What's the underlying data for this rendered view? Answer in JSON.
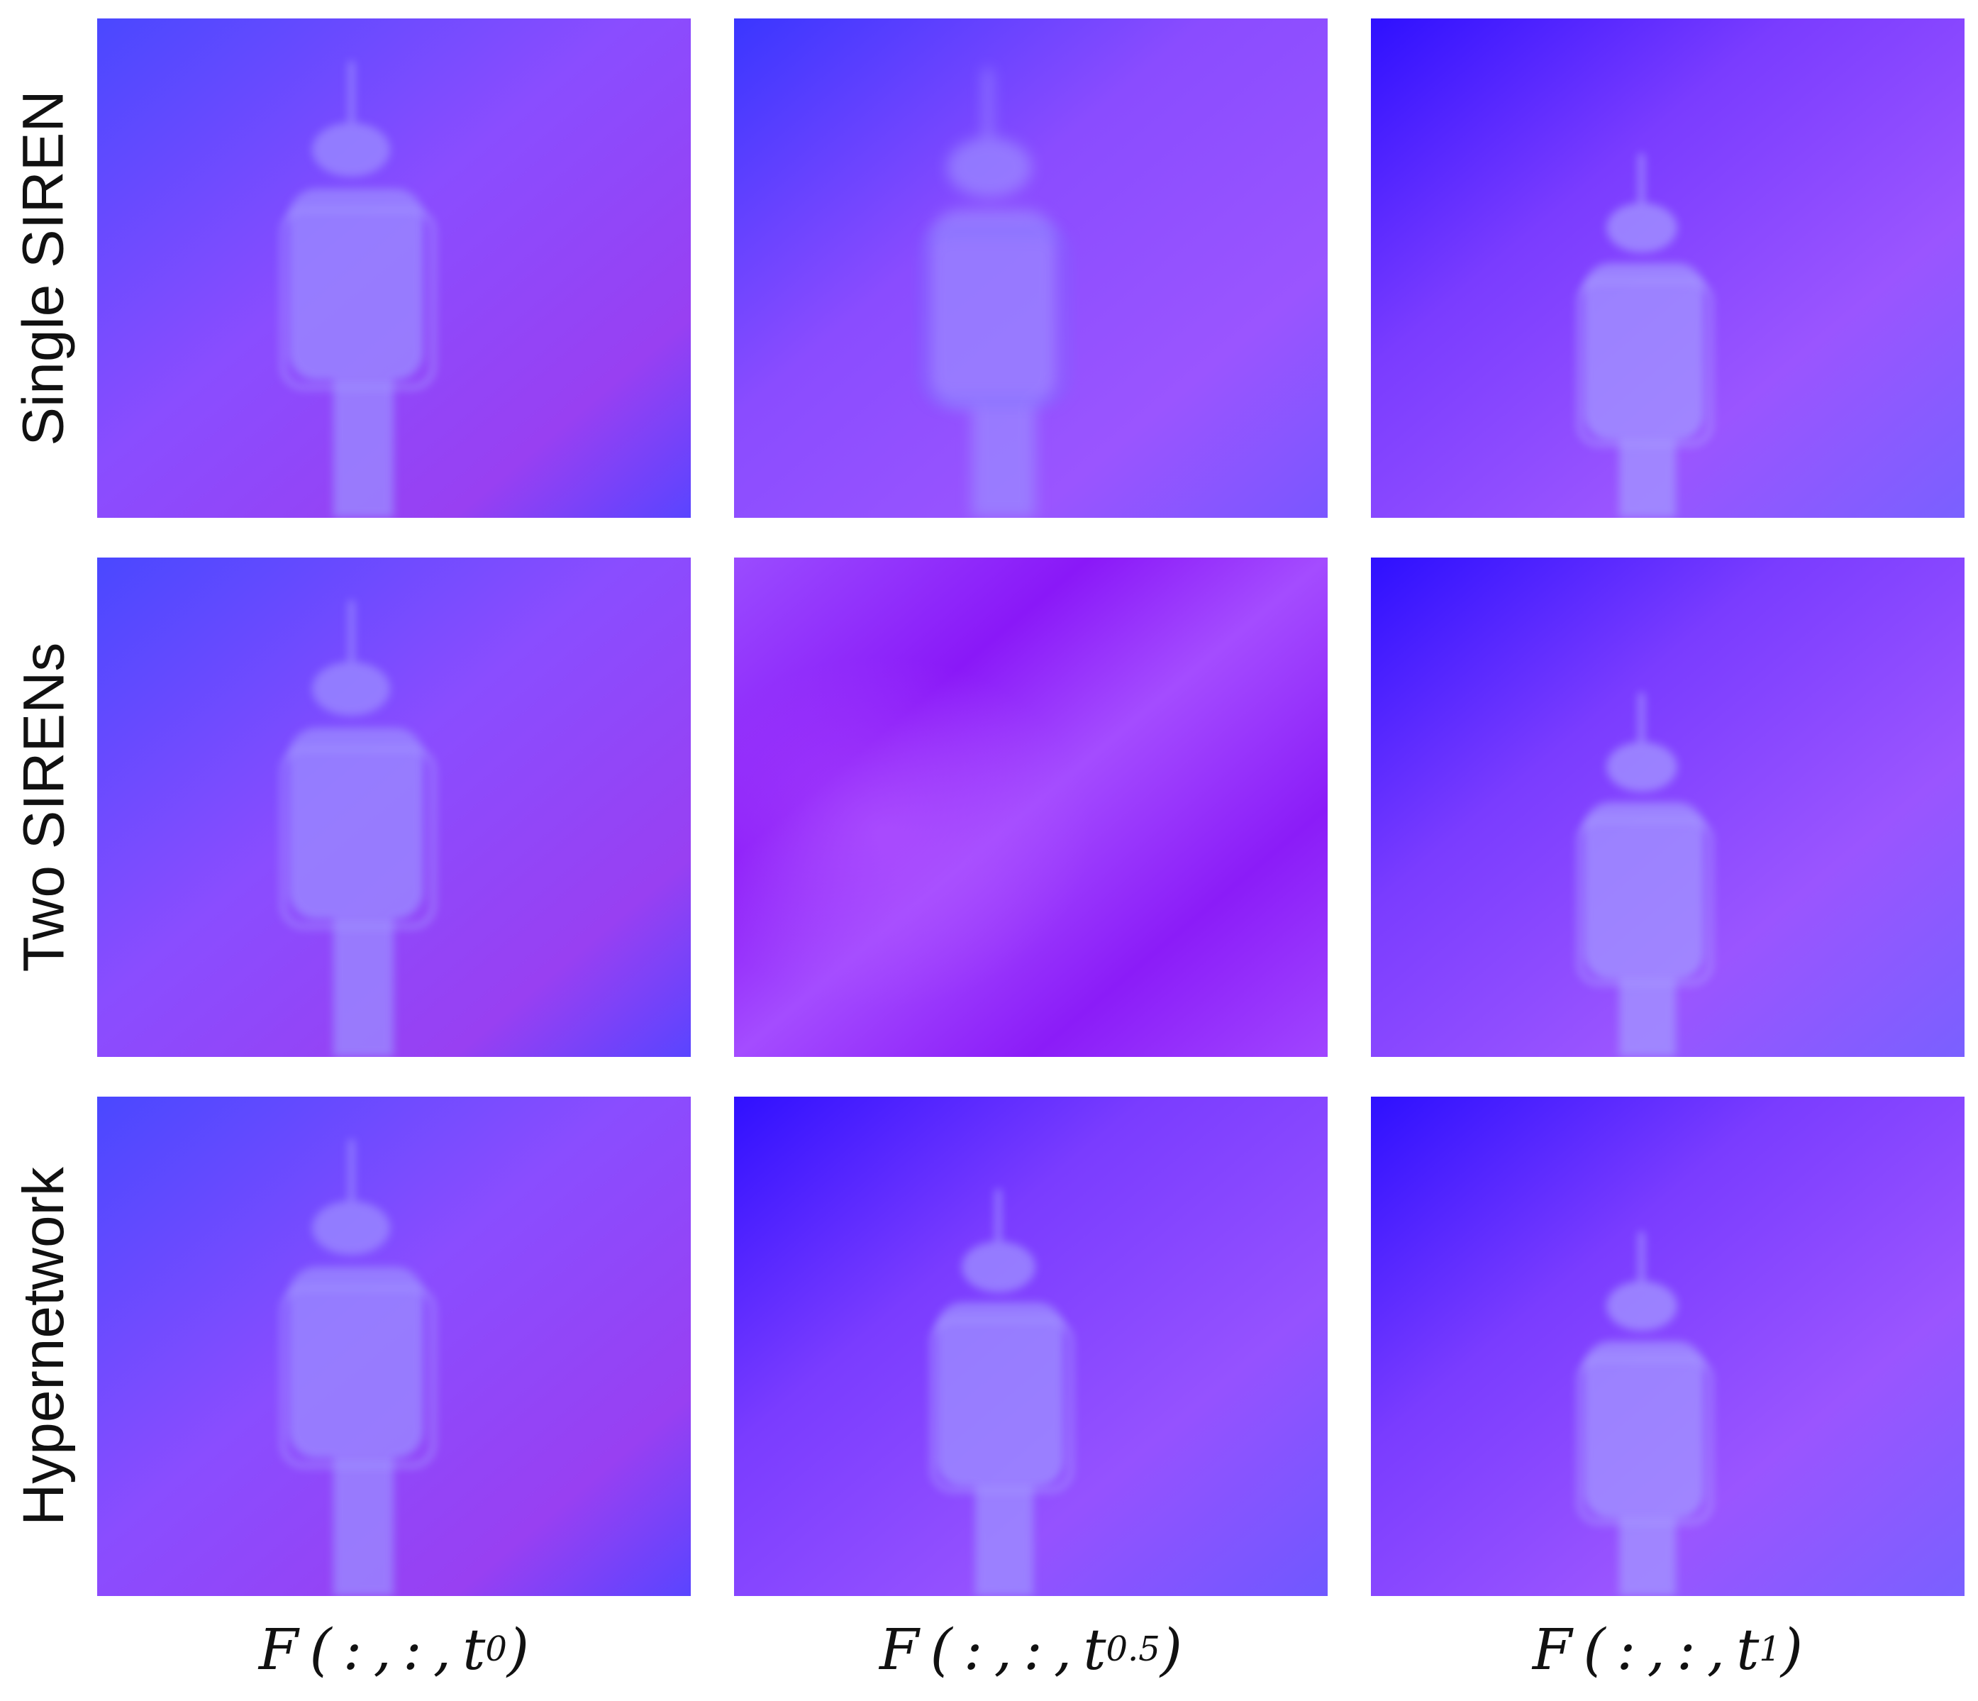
{
  "rows": [
    {
      "label": "Single SIREN"
    },
    {
      "label": "Two SIRENs"
    },
    {
      "label": "Hypernetwork"
    }
  ],
  "columns": [
    {
      "prefix": "F ( : , : , t",
      "sub": "0",
      "suffix": ")"
    },
    {
      "prefix": "F ( : , : , t",
      "sub": "0.5",
      "suffix": ")"
    },
    {
      "prefix": "F ( : , : , t",
      "sub": "1",
      "suffix": ")"
    }
  ],
  "colors": {
    "blue": "#3f3cff",
    "violet": "#9a3cff",
    "purple": "#8b2dff",
    "figure": "#9c8cff"
  }
}
